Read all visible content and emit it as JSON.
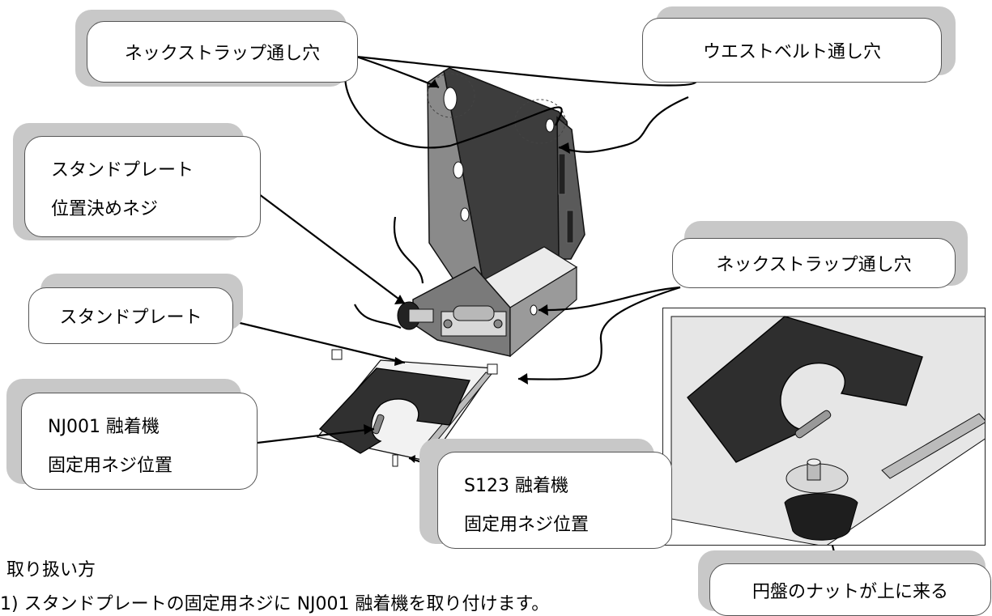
{
  "callouts": {
    "neck_strap_top": "ネックストラップ通し穴",
    "waist_belt": "ウエストベルト通し穴",
    "stand_plate_screw": [
      "スタンドプレート",
      "位置決めネジ"
    ],
    "stand_plate": "スタンドプレート",
    "neck_strap_side": "ネックストラップ通し穴",
    "nj001": [
      "NJ001 融着機",
      "固定用ネジ位置"
    ],
    "s123": [
      "S123 融着機",
      "固定用ネジ位置"
    ],
    "disk_nut": "円盤のナットが上に来る"
  },
  "instructions": {
    "heading": "取り扱い方",
    "step1": "1)  スタンドプレートの固定用ネジに NJ001 融着機を取り付けます。"
  }
}
